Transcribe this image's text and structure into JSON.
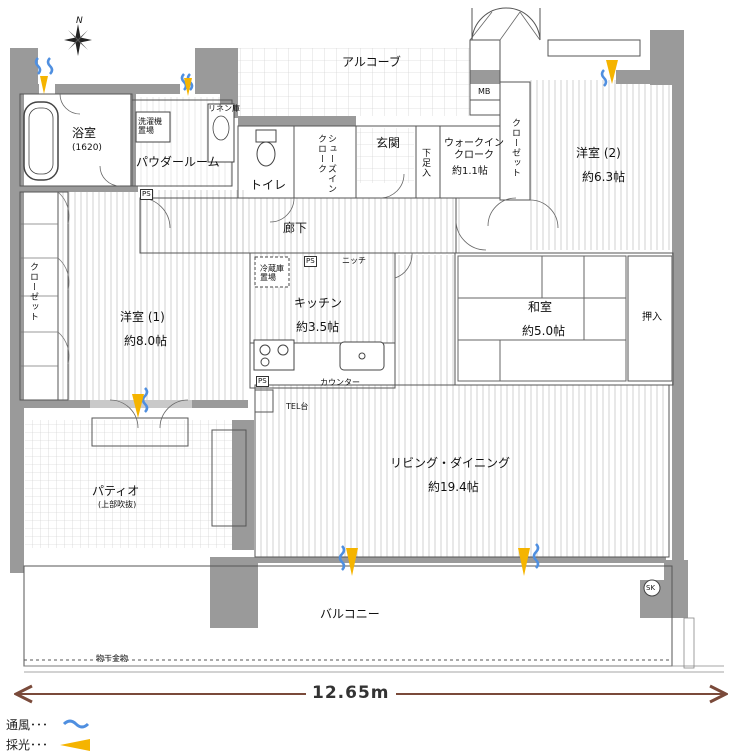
{
  "compass": {
    "north_label": "N"
  },
  "rooms": {
    "alcove": "アルコーブ",
    "mb": "MB",
    "bath": "浴室",
    "bath_size": "(1620)",
    "washer": "洗濯機\n置場",
    "linen": "リネン庫",
    "powder": "パウダールーム",
    "toilet": "トイレ",
    "shoes_in_closet": "シューズイン\nクローク",
    "entrance": "玄関",
    "shoe_box": "下足入",
    "walk_in_name": "ウォークイン\nクローク",
    "walk_in_size": "約1.1帖",
    "closet_right": "クローゼット",
    "western2_name": "洋室 (2)",
    "western2_size": "約6.3帖",
    "corridor": "廊下",
    "niche": "ニッチ",
    "fridge": "冷蔵庫\n置場",
    "kitchen_name": "キッチン",
    "kitchen_size": "約3.5帖",
    "closet_left": "クローゼット",
    "western1_name": "洋室 (1)",
    "western1_size": "約8.0帖",
    "japanese_name": "和室",
    "japanese_size": "約5.0帖",
    "oshiire": "押入",
    "counter": "カウンター",
    "tel": "TEL台",
    "living_name": "リビング・ダイニング",
    "living_size": "約19.4帖",
    "patio_name": "パティオ",
    "patio_note": "(上部吹抜)",
    "balcony": "バルコニー",
    "laundry_rail": "物干金物",
    "sk": "SK",
    "ps": "PS"
  },
  "dimension": {
    "width_label": "12.65m"
  },
  "legend": {
    "ventilation": "通風･･･",
    "daylight": "採光･･･"
  },
  "colors": {
    "ventilation": "#4f8fe0",
    "daylight": "#f5b400",
    "wall": "#9a9a9a"
  }
}
